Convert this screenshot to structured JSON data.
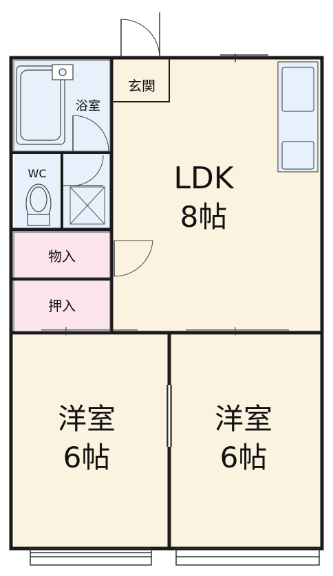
{
  "rooms": {
    "entrance": "玄関",
    "bath": "浴室",
    "wc": "WC",
    "storage": "物入",
    "closet": "押入",
    "ldk_name": "LDK",
    "ldk_size": "8帖",
    "room1_name": "洋室",
    "room1_size": "6帖",
    "room2_name": "洋室",
    "room2_size": "6帖"
  },
  "colors": {
    "living": "#fbf3df",
    "wet": "#e6f1fb",
    "storage": "#fbe4ec",
    "wall": "#1a1a1a"
  }
}
